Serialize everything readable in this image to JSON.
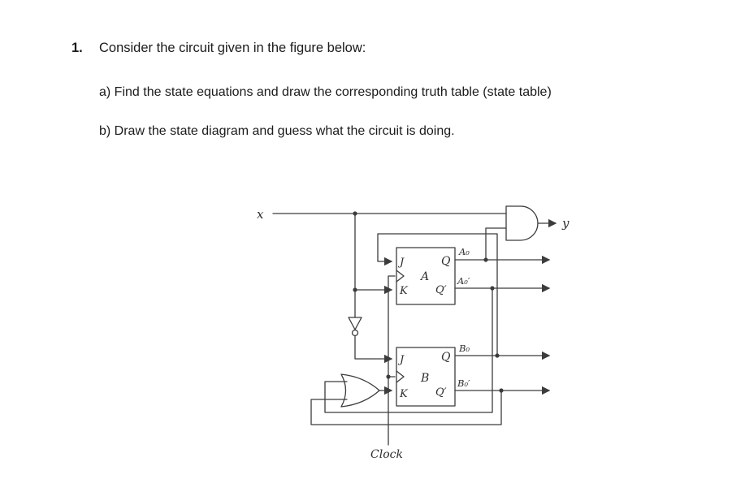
{
  "problem": {
    "number": "1.",
    "statement": "Consider the circuit given in the figure below:",
    "parts": [
      "a) Find the state equations and draw the corresponding truth table (state table)",
      "b) Draw the state diagram and guess what the circuit is doing."
    ]
  },
  "circuit": {
    "input_label": "x",
    "output_label": "y",
    "clock_label": "Clock",
    "flip_flops": [
      {
        "name": "A",
        "j": "J",
        "k": "K",
        "q": "Q",
        "q_prime": "Q′",
        "q_wire": "A₀",
        "q_prime_wire": "A₀′"
      },
      {
        "name": "B",
        "j": "J",
        "k": "K",
        "q": "Q",
        "q_prime": "Q′",
        "q_wire": "B₀",
        "q_prime_wire": "B₀′"
      }
    ],
    "icons": {
      "and_gate": "and-gate-shape",
      "or_gate": "or-gate-shape",
      "not_gate": "inverter-triangle-with-bubble",
      "clock_edge": "clock-wedge"
    },
    "ink_color": "#3c3c3c"
  }
}
